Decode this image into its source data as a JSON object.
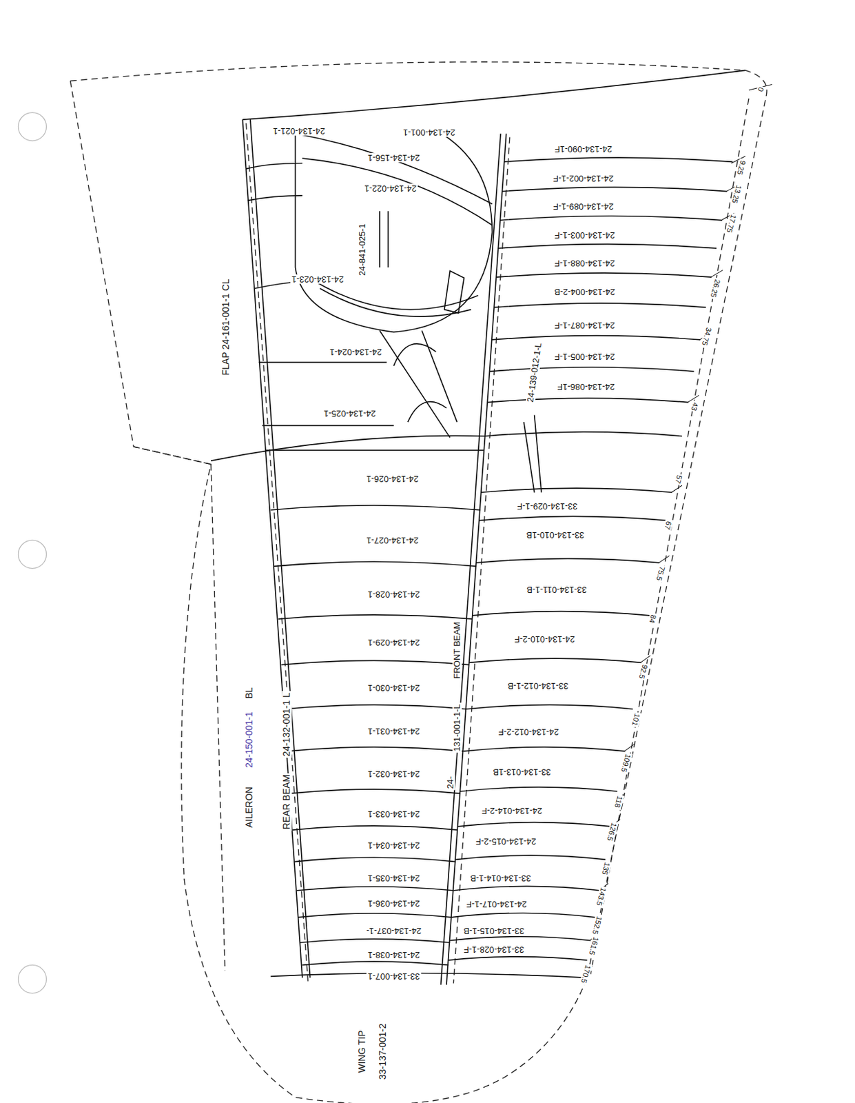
{
  "diagram": {
    "labels": [
      "24-134-021-1",
      "24-134-001-1",
      "24-134-156-1",
      "24-134-022-1",
      "24-841-025-1",
      "24-134-023-1",
      "24-134-024-1",
      "24-134-025-1",
      "24-134-026-1",
      "24-134-027-1",
      "24-134-028-1",
      "24-134-029-1",
      "24-134-030-1",
      "24-134-031-1",
      "24-134-032-1",
      "24-134-033-1",
      "24-134-034-1",
      "24-134-035-1",
      "24-134-036-1",
      "24-134-037-1-",
      "24-134-038-1",
      "33-134-007-1",
      "24-134-090-1F",
      "24-134-002-1-F",
      "24-134-089-1-F",
      "24-134-003-1-F",
      "24-134-088-1-F",
      "24-134-004-2-B",
      "24-134-087-1-F",
      "24-134-005-1-F",
      "24-134-086-1F",
      "33-134-029-1-F",
      "33-134-010-1B",
      "33-134-011-1-B",
      "24-134-010-2-F",
      "33-134-012-1-B",
      "24-134-012-2-F",
      "33-134-013-1B",
      "24-134-014-2-F",
      "24-134-015-2-F",
      "33-134-014-1-B",
      "24-134-017-1-F",
      "33-134-015-1-B",
      "33-134-028-1-F",
      "0",
      "9.25",
      "13.25",
      "17.75",
      "26.25",
      "34.75",
      "43",
      "57",
      "67",
      "75.5",
      "84",
      "92.5",
      "101",
      "109.5",
      "118",
      "126.5",
      "135",
      "143.5",
      "152.5",
      "161.5",
      "170.5",
      "FLAP 24-161-001-1 CL",
      "AILERON",
      "24-150-001-1",
      "BL",
      "REAR BEAM",
      "24-132-001-1 L",
      "24-",
      "131-001-1-L",
      "FRONT BEAM",
      "24-139-012-1-L",
      "WING TIP",
      "33-137-001-2"
    ]
  }
}
